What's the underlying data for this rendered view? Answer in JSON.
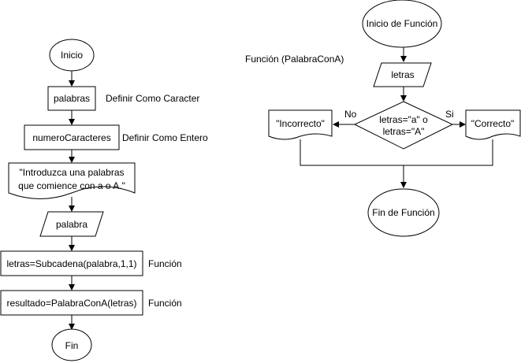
{
  "left_flow": {
    "start": "Inicio",
    "palabras_box": "palabras",
    "palabras_note": "Definir Como Caracter",
    "numero_box": "numeroCaracteres",
    "numero_note": "Definir Como Entero",
    "prompt_line1": "\"Introduzca una palabras",
    "prompt_line2": "que comience con a o A.\"",
    "input_palabra": "palabra",
    "letras_box": "letras=Subcadena(palabra,1,1)",
    "letras_note": "Función",
    "resultado_box": "resultado=PalabraConA(letras)",
    "resultado_note": "Función",
    "end": "Fin"
  },
  "right_flow": {
    "function_label": "Función (PalabraConA)",
    "start": "Inicio de Función",
    "input_letras": "letras",
    "decision_line1": "letras=\"a\" o",
    "decision_line2": "letras=\"A\"",
    "no_label": "No",
    "si_label": "Si",
    "incorrect_doc": "\"Incorrecto\"",
    "correct_doc": "\"Correcto\"",
    "end": "Fin de Función"
  },
  "colors": {
    "stroke": "#000000",
    "fill": "#ffffff",
    "text": "#000000"
  }
}
